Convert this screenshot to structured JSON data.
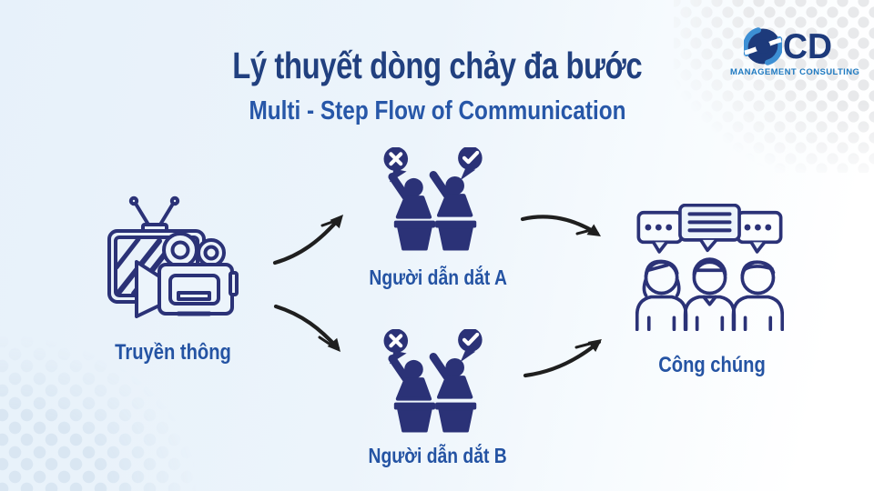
{
  "header": {
    "title": "Lý thuyết dòng chảy đa bước",
    "subtitle": "Multi - Step Flow of Communication"
  },
  "logo": {
    "brand_text": "CD",
    "tagline": "MANAGEMENT CONSULTING"
  },
  "diagram": {
    "media": {
      "label": "Truyền thông",
      "icon": "tv-video-camera-icon"
    },
    "leader_a": {
      "label": "Người dẫn dắt A",
      "icon": "opinion-leaders-podium-icon"
    },
    "leader_b": {
      "label": "Người dẫn dắt B",
      "icon": "opinion-leaders-podium-icon"
    },
    "public": {
      "label": "Công chúng",
      "icon": "audience-discussion-icon"
    },
    "arrows": [
      "media-to-leader-a",
      "media-to-leader-b",
      "leader-a-to-public",
      "leader-b-to-public"
    ]
  },
  "colors": {
    "title_navy": "#21407f",
    "label_blue": "#2453a3",
    "icon_navy": "#2b3277",
    "arrow_black": "#1f1f1f",
    "logo_navy": "#1d3a7b",
    "logo_light_blue": "#3d8fd4",
    "logo_tagline_blue": "#1e79c0",
    "dot_blue": "#d9e6f2",
    "dot_gray": "#e8e9eb",
    "background_left": "#e7f1fa",
    "background_right": "#ffffff"
  }
}
